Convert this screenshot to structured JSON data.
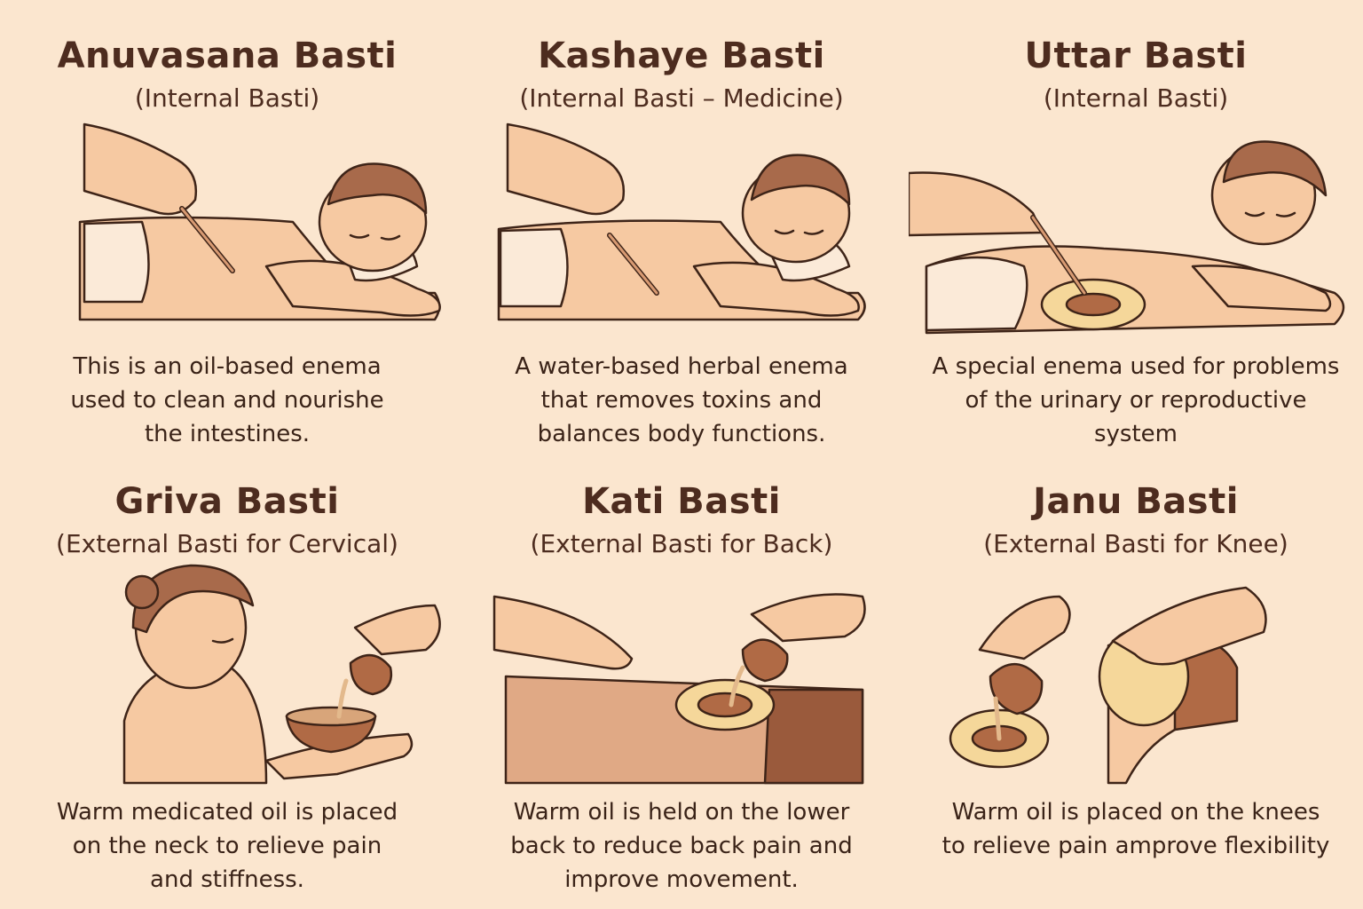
{
  "panels": [
    {
      "title": "Anuvasana Basti",
      "subtitle": "(Internal Basti)",
      "desc": [
        "This is an oil-based enema",
        "used to clean and nourishe",
        "the intestines."
      ],
      "icon": "lying-patient-syringe-illustration"
    },
    {
      "title": "Kashaye Basti",
      "subtitle": "(Internal Basti – Medicine)",
      "desc": [
        "A water-based herbal enema",
        "that removes toxins and",
        "balances body functions."
      ],
      "icon": "lying-patient-syringe-illustration"
    },
    {
      "title": "Uttar Basti",
      "subtitle": "(Internal Basti)",
      "desc": [
        "A special enema used for problems",
        "of the urinary or reproductive system"
      ],
      "icon": "lying-patient-dough-ring-illustration"
    },
    {
      "title": "Griva Basti",
      "subtitle": "(External Basti for Cervical)",
      "desc": [
        "Warm medicated oil is placed",
        "on the neck to relieve pain",
        "and stiffness."
      ],
      "icon": "neck-oil-pouring-illustration"
    },
    {
      "title": "Kati Basti",
      "subtitle": "(External Basti for Back)",
      "desc": [
        "Warm oil is held on the lower",
        "back to reduce back pain and",
        "improve movement."
      ],
      "icon": "back-oil-ring-illustration"
    },
    {
      "title": "Janu Basti",
      "subtitle": "(External Basti for Knee)",
      "desc": [
        "Warm oil is placed on the knees",
        "to relieve pain amprove flexibility"
      ],
      "icon": "knee-oil-ring-illustration"
    }
  ],
  "colors": {
    "background": "#fbe6cf",
    "skin": "#f6c9a2",
    "hair": "#a86a4b",
    "outline": "#3e2418",
    "clay": "#b06a45",
    "dough": "#f5d79a",
    "cloth": "#fbead8"
  }
}
